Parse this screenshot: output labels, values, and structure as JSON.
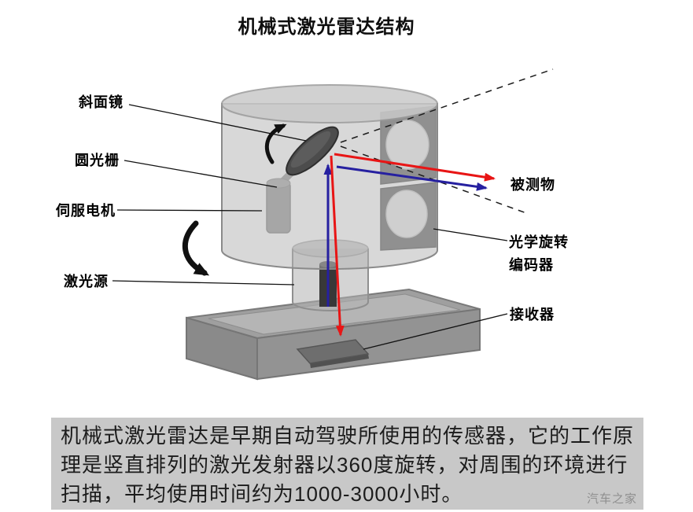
{
  "title": "机械式激光雷达结构",
  "diagram": {
    "labels": {
      "inclined_mirror": "斜面镜",
      "circular_grating": "圆光栅",
      "servo_motor": "伺服电机",
      "laser_source": "激光源",
      "measured_object": "被测物",
      "optical_rotary_encoder_line1": "光学旋转",
      "optical_rotary_encoder_line2": "编码器",
      "receiver": "接收器"
    },
    "colors": {
      "outgoing_beam": "#2620a0",
      "return_beam": "#e81515",
      "rotation_arrow": "#111111",
      "caption_background": "#c8c8c8"
    }
  },
  "caption": {
    "text": "机械式激光雷达是早期自动驾驶所使用的传感器，它的工作原理是竖直排列的激光发射器以360度旋转，对周围的环境进行扫描，平均使用时间约为1000-3000小时。"
  },
  "watermark": "汽车之家"
}
